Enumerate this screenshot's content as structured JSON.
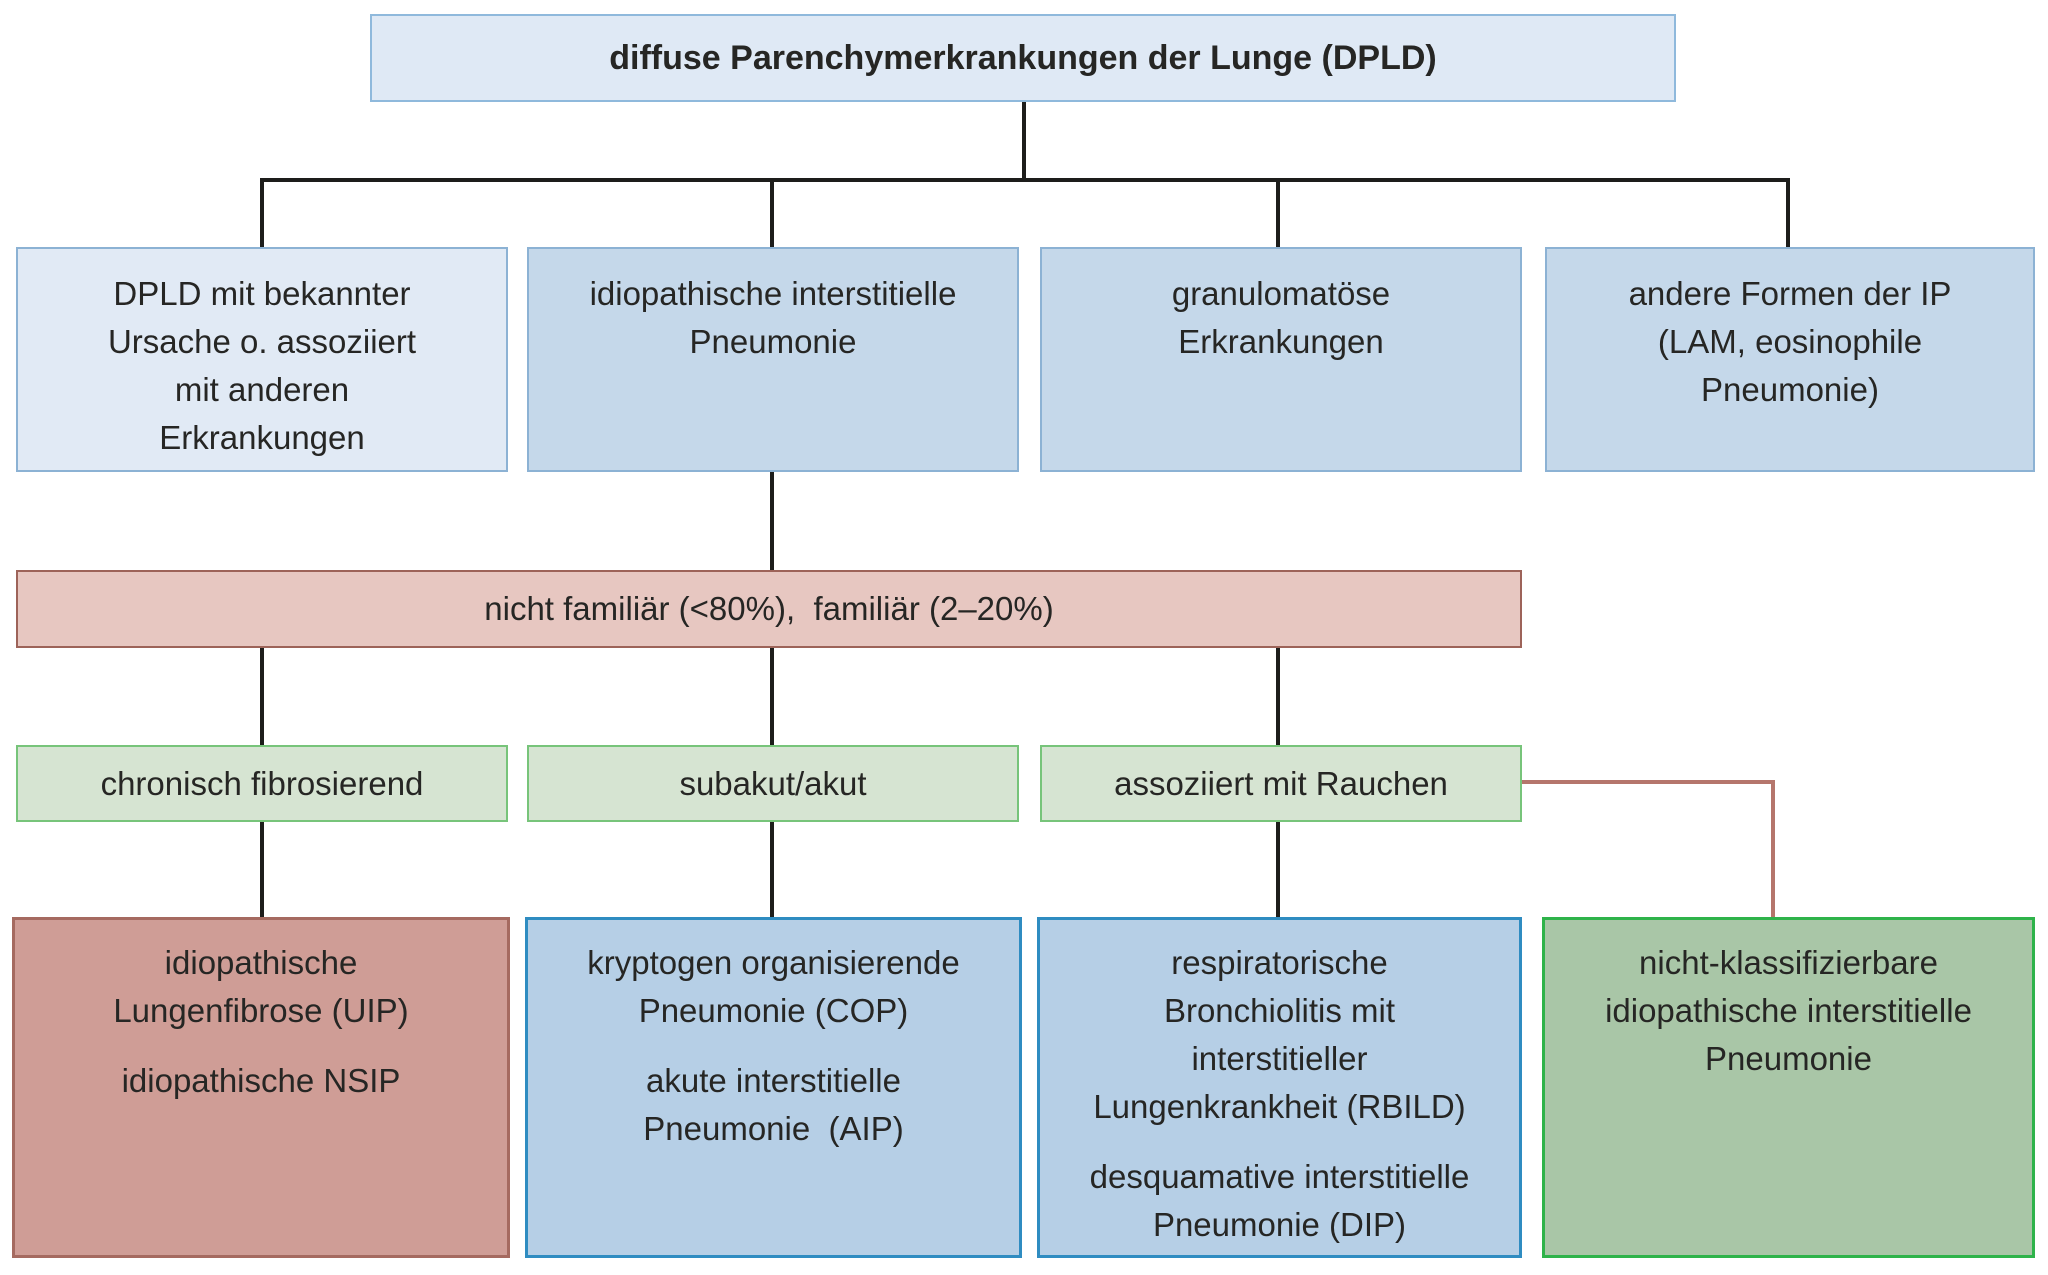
{
  "colors": {
    "title_fill": "#dfe9f5",
    "title_border": "#8fb9dc",
    "light_blue_fill": "#e1eaf5",
    "blue_fill": "#c5d8ea",
    "blue_border": "#8cb2d4",
    "pink_fill": "#e7c7c1",
    "pink_border": "#9d6359",
    "green_bar_fill": "#d6e4d2",
    "green_bar_border": "#77c47a",
    "salmon_fill": "#cf9d96",
    "salmon_border": "#a56a60",
    "bottom_blue_fill": "#b6cfe6",
    "bottom_blue_border": "#2f8cc1",
    "bottom_green_fill": "#a9c6a7",
    "bottom_green_border": "#2eb34a",
    "connector_black": "#1d1d1b",
    "connector_red": "#b5766c"
  },
  "title": {
    "label": "diffuse Parenchymerkrankungen der Lunge (DPLD)"
  },
  "row2": [
    {
      "lines": [
        "DPLD mit bekannter",
        "Ursache o. assoziiert",
        "mit anderen",
        "Erkrankungen"
      ]
    },
    {
      "lines": [
        "idiopathische interstitielle",
        "Pneumonie"
      ]
    },
    {
      "lines": [
        "granulomatöse",
        "Erkrankungen"
      ]
    },
    {
      "lines": [
        "andere Formen der IP",
        "(LAM, eosinophile",
        "Pneumonie)"
      ]
    }
  ],
  "familial_bar": {
    "label": "nicht familiär (<80%),  familiär (2–20%)"
  },
  "course_bars": [
    {
      "label": "chronisch fibrosierend"
    },
    {
      "label": "subakut/akut"
    },
    {
      "label": "assoziiert mit Rauchen"
    }
  ],
  "outcomes": [
    {
      "paragraphs": [
        [
          "idiopathische",
          "Lungenfibrose (UIP)"
        ],
        [
          "idiopathische NSIP"
        ]
      ]
    },
    {
      "paragraphs": [
        [
          "kryptogen organisierende",
          "Pneumonie (COP)"
        ],
        [
          "akute interstitielle",
          "Pneumonie  (AIP)"
        ]
      ]
    },
    {
      "paragraphs": [
        [
          "respiratorische",
          "Bronchiolitis mit",
          "interstitieller",
          "Lungenkrankheit (RBILD)"
        ],
        [
          "desquamative interstitielle",
          "Pneumonie (DIP)"
        ]
      ]
    },
    {
      "paragraphs": [
        [
          "nicht-klassifizierbare",
          "idiopathische interstitielle",
          "Pneumonie"
        ]
      ]
    }
  ]
}
